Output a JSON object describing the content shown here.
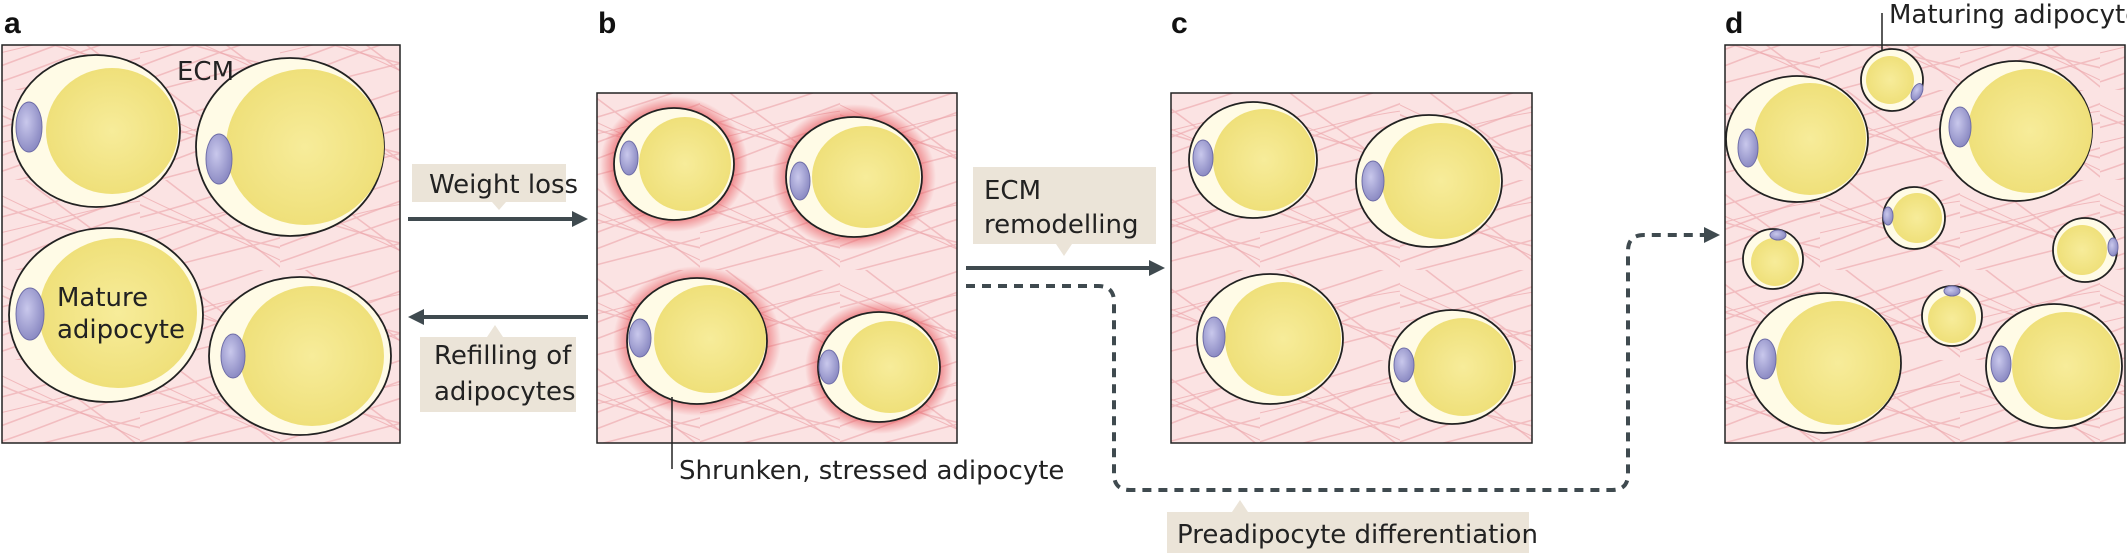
{
  "panels": {
    "a": {
      "letter": "a",
      "ecm_label": "ECM",
      "mature_label_line1": "Mature",
      "mature_label_line2": "adipocyte"
    },
    "b": {
      "letter": "b",
      "stressed_label": "Shrunken, stressed adipocyte"
    },
    "c": {
      "letter": "c"
    },
    "d": {
      "letter": "d",
      "maturing_label": "Maturing adipocyte"
    }
  },
  "transitions": {
    "weight_loss": "Weight loss",
    "refilling_line1": "Refilling of",
    "refilling_line2": "adipocytes",
    "ecm_remodelling_line1": "ECM",
    "ecm_remodelling_line2": "remodelling",
    "preadipocyte_differentiation": "Preadipocyte differentiation"
  },
  "colors": {
    "tissue_bg": "#fbe3e3",
    "fiber": "#f0b4b8",
    "cell_halo": "#fffbe6",
    "lipid": "#f4e98a",
    "nucleus": "#a9a8d4",
    "label_box": "#ebe4d8",
    "arrow": "#3f4a4f",
    "stress_glow": "#e8555a"
  }
}
